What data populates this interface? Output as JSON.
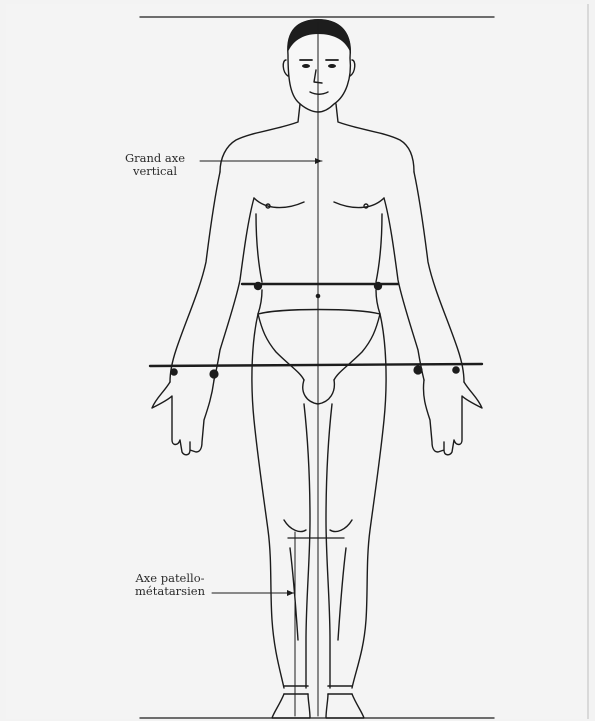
{
  "figure": {
    "labels": {
      "vertical_axis": {
        "line1": "Grand axe",
        "line2": "vertical"
      },
      "patellar_axis": {
        "line1": "Axe patello-",
        "line2": "métatarsien"
      }
    }
  }
}
